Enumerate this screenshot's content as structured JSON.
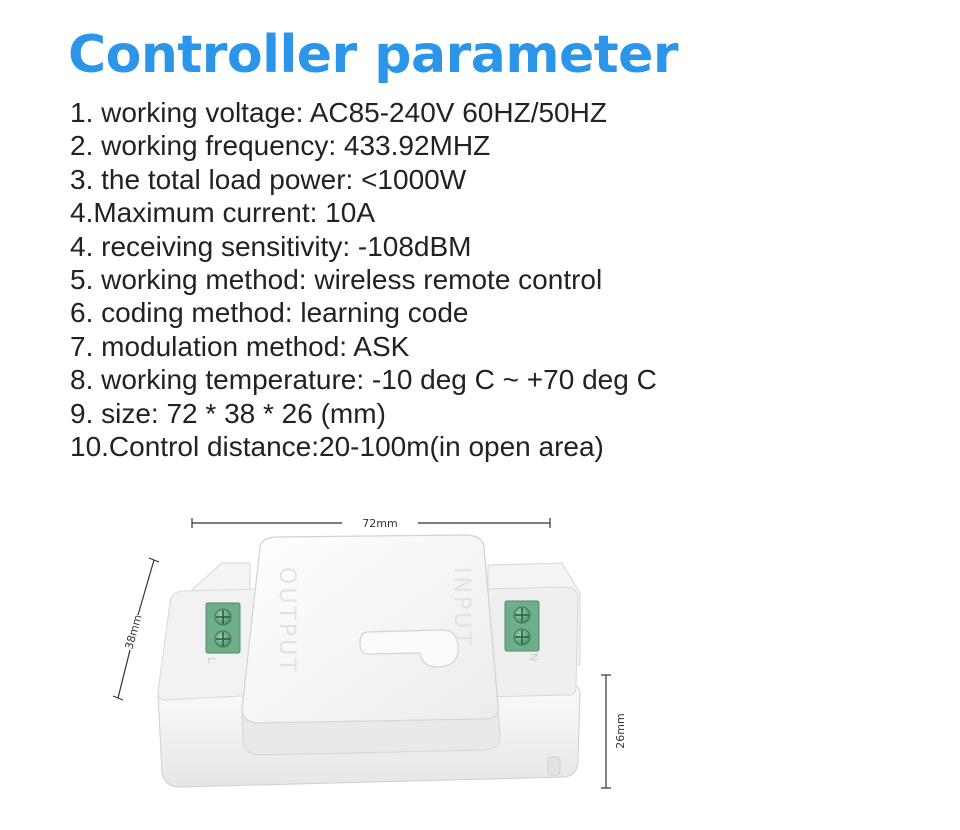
{
  "colors": {
    "title": "#2b95e9",
    "text": "#222222",
    "terminal": "#6fae8a",
    "housing": "#f3f3f3"
  },
  "header": {
    "title": "Controller parameter"
  },
  "parameters": [
    "1. working voltage: AC85-240V 60HZ/50HZ",
    "2. working frequency: 433.92MHZ",
    "3. the total load power: <1000W",
    "4.Maximum current: 10A",
    "4. receiving sensitivity: -108dBM",
    "5. working method: wireless remote control",
    "6. coding method: learning code",
    "7. modulation method: ASK",
    "8. working temperature: -10 deg C ~ +70 deg C",
    "9. size: 72 * 38 * 26 (mm)",
    "10.Control distance:20-100m(in open area)"
  ],
  "dimensions": {
    "width": "72mm",
    "depth": "38mm",
    "height": "26mm"
  },
  "device_markings": {
    "output": "OUTPUT",
    "input": "INPUT",
    "left_terminal": "L",
    "right_terminal": "N"
  }
}
